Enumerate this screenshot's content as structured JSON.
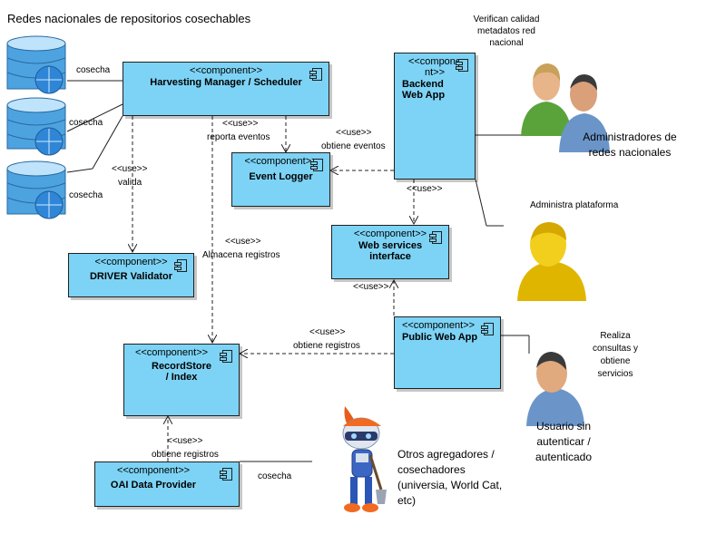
{
  "title": "Redes nacionales de repositorios cosechables",
  "stereotype": "<<component>>",
  "components": {
    "harvesting": "Harvesting Manager / Scheduler",
    "event_logger": "Event Logger",
    "backend": "Backend Web App",
    "web_services": "Web services interface",
    "driver": "DRIVER Validator",
    "public_web": "Public Web App",
    "record_store": "RecordStore / Index",
    "oai": "OAI Data Provider"
  },
  "edge_labels": {
    "use": "<<use>>",
    "reporta": "reporta eventos",
    "obtiene_eventos": "obtiene eventos",
    "valida": "valida",
    "almacena": "Almacena registros",
    "obtiene_registros": "obtiene registros",
    "cosecha": "cosecha"
  },
  "actors": {
    "admins_task": "Verifican calidad metadatos red nacional",
    "admins_name": "Administradores de redes nacionales",
    "platform_task": "Administra plataforma",
    "user_task": "Realiza consultas y obtiene servicios",
    "user_name": "Usuario sin autenticar / autenticado",
    "others": "Otros agregadores / cosechadores (universia, World Cat, etc)"
  },
  "colors": {
    "component_fill": "#7dd3f5",
    "database": "#4da3e0",
    "line": "#202020"
  }
}
